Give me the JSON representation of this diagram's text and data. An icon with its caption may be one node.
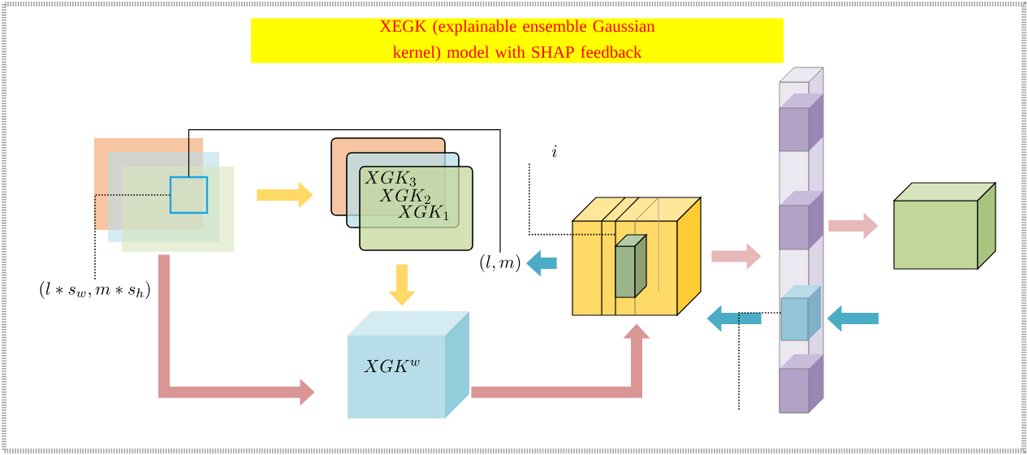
{
  "diagram": {
    "title": "XEGK (explainable ensemble Gaussian kernel) model with SHAP feedback",
    "nodes": [
      {
        "text": [],
        "shape": "box"
      },
      {
        "text": [],
        "shape": "box",
        "in": 0
      },
      {
        "text": [
          "XGK_{3}",
          "XGK_{2}",
          "XGK_{1}"
        ]
      },
      {
        "text": [
          "XGK^{w}"
        ]
      },
      {
        "text": [],
        "shape": "cube"
      },
      {
        "text": [],
        "shape": "cube",
        "in": 4
      },
      {
        "text": [],
        "shape": "bar"
      },
      {
        "text": [],
        "shape": "cube",
        "in": 6
      },
      {
        "text": [],
        "shape": "cube"
      },
      {
        "text": [
          "\\left(l*s_{w},m*s_{h}\\right)"
        ]
      },
      {
        "text": [
          "\\left(l,m\\right)"
        ]
      },
      {
        "text": [
          "i"
        ]
      }
    ],
    "edges": [
      {
        "from": 0,
        "to": 2,
        "arrow": "to",
        "color": "#ffd966"
      },
      {
        "from": 2,
        "to": 3,
        "arrow": "to",
        "color": "#ffd966"
      },
      {
        "from": 0,
        "to": 3,
        "arrow": "to",
        "color": "#d99694"
      },
      {
        "from": 3,
        "to": 4,
        "arrow": "to",
        "color": "#d99694"
      },
      {
        "from": 4,
        "to": 6,
        "arrow": "to",
        "color": "#e6b9b8"
      },
      {
        "from": 6,
        "to": 8,
        "arrow": "to",
        "color": "#e6b9b8"
      },
      {
        "from": 6,
        "to": 4,
        "arrow": "to",
        "color": "#4bacc6"
      },
      {
        "from": null,
        "to": 6,
        "arrow": "to",
        "color": "#4bacc6"
      },
      {
        "from": 4,
        "to": 10,
        "arrow": "to",
        "color": "#4bacc6"
      },
      {
        "from": 1,
        "to": 10,
        "arrow": "none",
        "color": "#000000"
      },
      {
        "from": 9,
        "to": 1,
        "arrow": "none",
        "style": "dashed",
        "color": "#000000"
      },
      {
        "from": 11,
        "to": 5,
        "arrow": "none",
        "style": "dashed",
        "color": "#000000"
      },
      {
        "from": 7,
        "to": null,
        "arrow": "none",
        "style": "dashed",
        "color": "#000000"
      }
    ]
  }
}
